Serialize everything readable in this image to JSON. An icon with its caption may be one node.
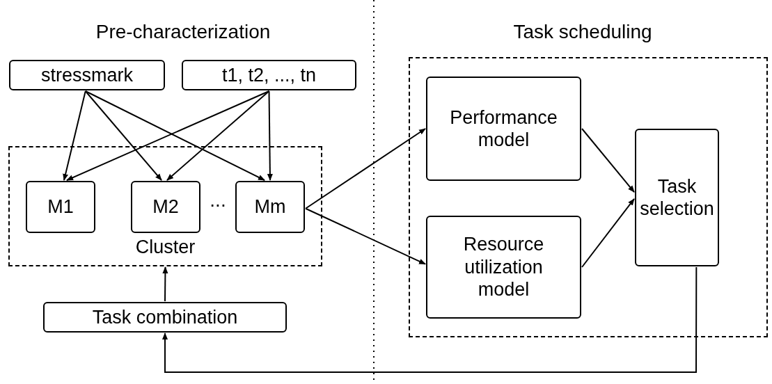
{
  "diagram": {
    "nodes": [
      {
        "text": [
          "stressmark"
        ]
      },
      {
        "text": [
          "t1, t2, ..., tn"
        ]
      },
      {
        "text": [
          "Cluster"
        ]
      },
      {
        "text": [
          "M1"
        ],
        "in": 2
      },
      {
        "text": [
          "M2"
        ],
        "in": 2
      },
      {
        "text": [
          "Mm"
        ],
        "in": 2
      },
      {
        "text": [
          "Task combination"
        ]
      },
      {
        "text": [],
        "shape": "box"
      },
      {
        "text": [
          "Performance model"
        ],
        "in": 7
      },
      {
        "text": [
          "Resource utilization model"
        ],
        "in": 7
      },
      {
        "text": [
          "Task selection"
        ],
        "in": 7
      }
    ],
    "edges": [
      {
        "from": 0,
        "to": 3,
        "arrow": "to"
      },
      {
        "from": 0,
        "to": 4,
        "arrow": "to"
      },
      {
        "from": 0,
        "to": 5,
        "arrow": "to"
      },
      {
        "from": 1,
        "to": 3,
        "arrow": "to"
      },
      {
        "from": 1,
        "to": 4,
        "arrow": "to"
      },
      {
        "from": 1,
        "to": 5,
        "arrow": "to"
      },
      {
        "from": 5,
        "to": 8,
        "arrow": "to"
      },
      {
        "from": 5,
        "to": 9,
        "arrow": "to"
      },
      {
        "from": 8,
        "to": 10,
        "arrow": "to"
      },
      {
        "from": 9,
        "to": 10,
        "arrow": "to"
      },
      {
        "from": 10,
        "to": 6,
        "arrow": "to"
      },
      {
        "from": 6,
        "to": 2,
        "arrow": "to"
      }
    ],
    "labels": [
      "Pre-characterization",
      "Task scheduling",
      "..."
    ]
  }
}
